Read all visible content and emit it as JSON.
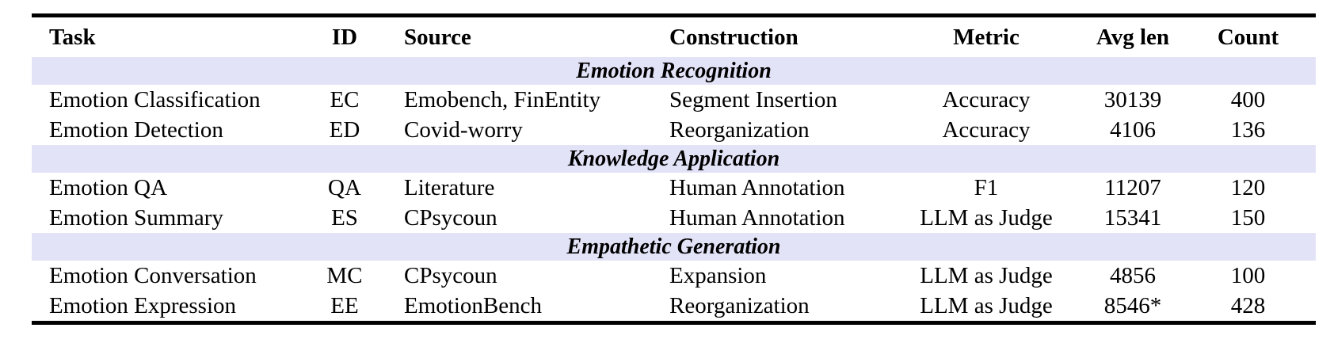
{
  "table": {
    "columns": [
      {
        "label": "Task",
        "align": "left"
      },
      {
        "label": "ID",
        "align": "center"
      },
      {
        "label": "Source",
        "align": "left"
      },
      {
        "label": "Construction",
        "align": "left"
      },
      {
        "label": "Metric",
        "align": "center"
      },
      {
        "label": "Avg len",
        "align": "center"
      },
      {
        "label": "Count",
        "align": "center"
      }
    ],
    "sections": [
      {
        "title": "Emotion Recognition",
        "rows": [
          {
            "task": "Emotion Classification",
            "id": "EC",
            "source": "Emobench, FinEntity",
            "construction": "Segment Insertion",
            "metric": "Accuracy",
            "avg_len": "30139",
            "count": "400"
          },
          {
            "task": "Emotion Detection",
            "id": "ED",
            "source": "Covid-worry",
            "construction": "Reorganization",
            "metric": "Accuracy",
            "avg_len": "4106",
            "count": "136"
          }
        ]
      },
      {
        "title": "Knowledge Application",
        "rows": [
          {
            "task": "Emotion QA",
            "id": "QA",
            "source": "Literature",
            "construction": "Human Annotation",
            "metric": "F1",
            "avg_len": "11207",
            "count": "120"
          },
          {
            "task": "Emotion Summary",
            "id": "ES",
            "source": "CPsycoun",
            "construction": "Human Annotation",
            "metric": "LLM as Judge",
            "avg_len": "15341",
            "count": "150"
          }
        ]
      },
      {
        "title": "Empathetic Generation",
        "rows": [
          {
            "task": "Emotion Conversation",
            "id": "MC",
            "source": "CPsycoun",
            "construction": "Expansion",
            "metric": "LLM as Judge",
            "avg_len": "4856",
            "count": "100"
          },
          {
            "task": "Emotion Expression",
            "id": "EE",
            "source": "EmotionBench",
            "construction": "Reorganization",
            "metric": "LLM as Judge",
            "avg_len": "8546*",
            "count": "428"
          }
        ]
      }
    ],
    "colors": {
      "section_band": "#e3e3f8",
      "rule": "#000000",
      "text": "#000000",
      "background": "#ffffff"
    }
  }
}
